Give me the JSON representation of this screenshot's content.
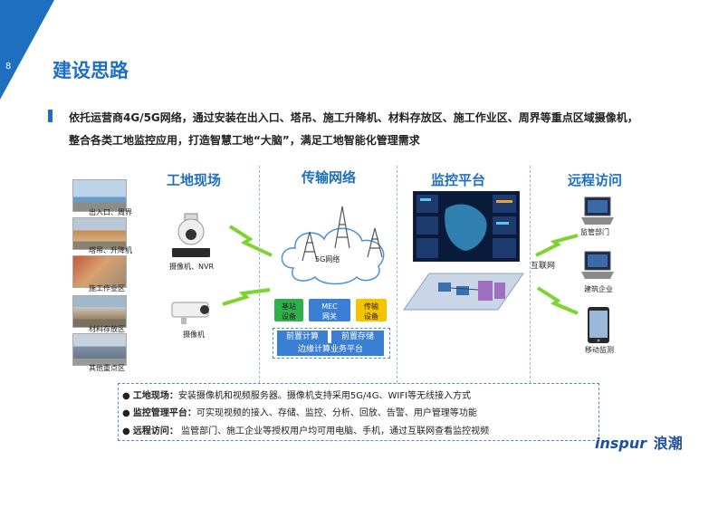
{
  "slide": {
    "page_number": "8",
    "title": "建设思路",
    "intro_line1": "依托运营商4G/5G网络，通过安装在出入口、塔吊、施工升降机、材料存放区、施工作业区、周界等重点区域摄像机，",
    "intro_line2": "整合各类工地监控应用，打造智慧工地“大脑”，满足工地智能化管理需求"
  },
  "diagram": {
    "col_site": "工地现场",
    "col_network": "传输网络",
    "col_platform": "监控平台",
    "col_remote": "远程访问",
    "site_photos": [
      "出入口、周界",
      "塔吊、升降机",
      "施工作业区",
      "材料存放区",
      "其他重点区"
    ],
    "camera_ptz_label": "摄像机、NVR",
    "camera_box_label": "摄像机",
    "network_cloud_label": "5G网络",
    "box_base_station": "基站\n设备",
    "box_mec": "MEC\n网关",
    "box_transmission": "传输\n设备",
    "edge_front_compute": "前置计算",
    "edge_front_storage": "前置存储",
    "edge_service_platform": "边缘计算业务平台",
    "internet_label": "互联网",
    "remote_gov": "监管部门",
    "remote_company": "建筑企业",
    "remote_mobile": "移动监测"
  },
  "info": {
    "item1_bold": "工地现场：",
    "item1_text": "安装摄像机和视频服务器。摄像机支持采用5G/4G、WIFI等无线接入方式",
    "item2_bold": "监控管理平台：",
    "item2_text": "可实现视频的接入、存储、监控、分析、回放、告警、用户管理等功能",
    "item3_bold": "远程访问：",
    "item3_text": " 监管部门、施工企业等授权用户均可用电脑、手机，通过互联网查看监控视频"
  },
  "logo": {
    "latin": "inspur",
    "chinese": "浪潮"
  },
  "colors": {
    "brand_blue": "#1f6fc0",
    "green_box": "#2fb04a",
    "mec_blue": "#3b7fd4",
    "yellow_box": "#f5c400"
  }
}
